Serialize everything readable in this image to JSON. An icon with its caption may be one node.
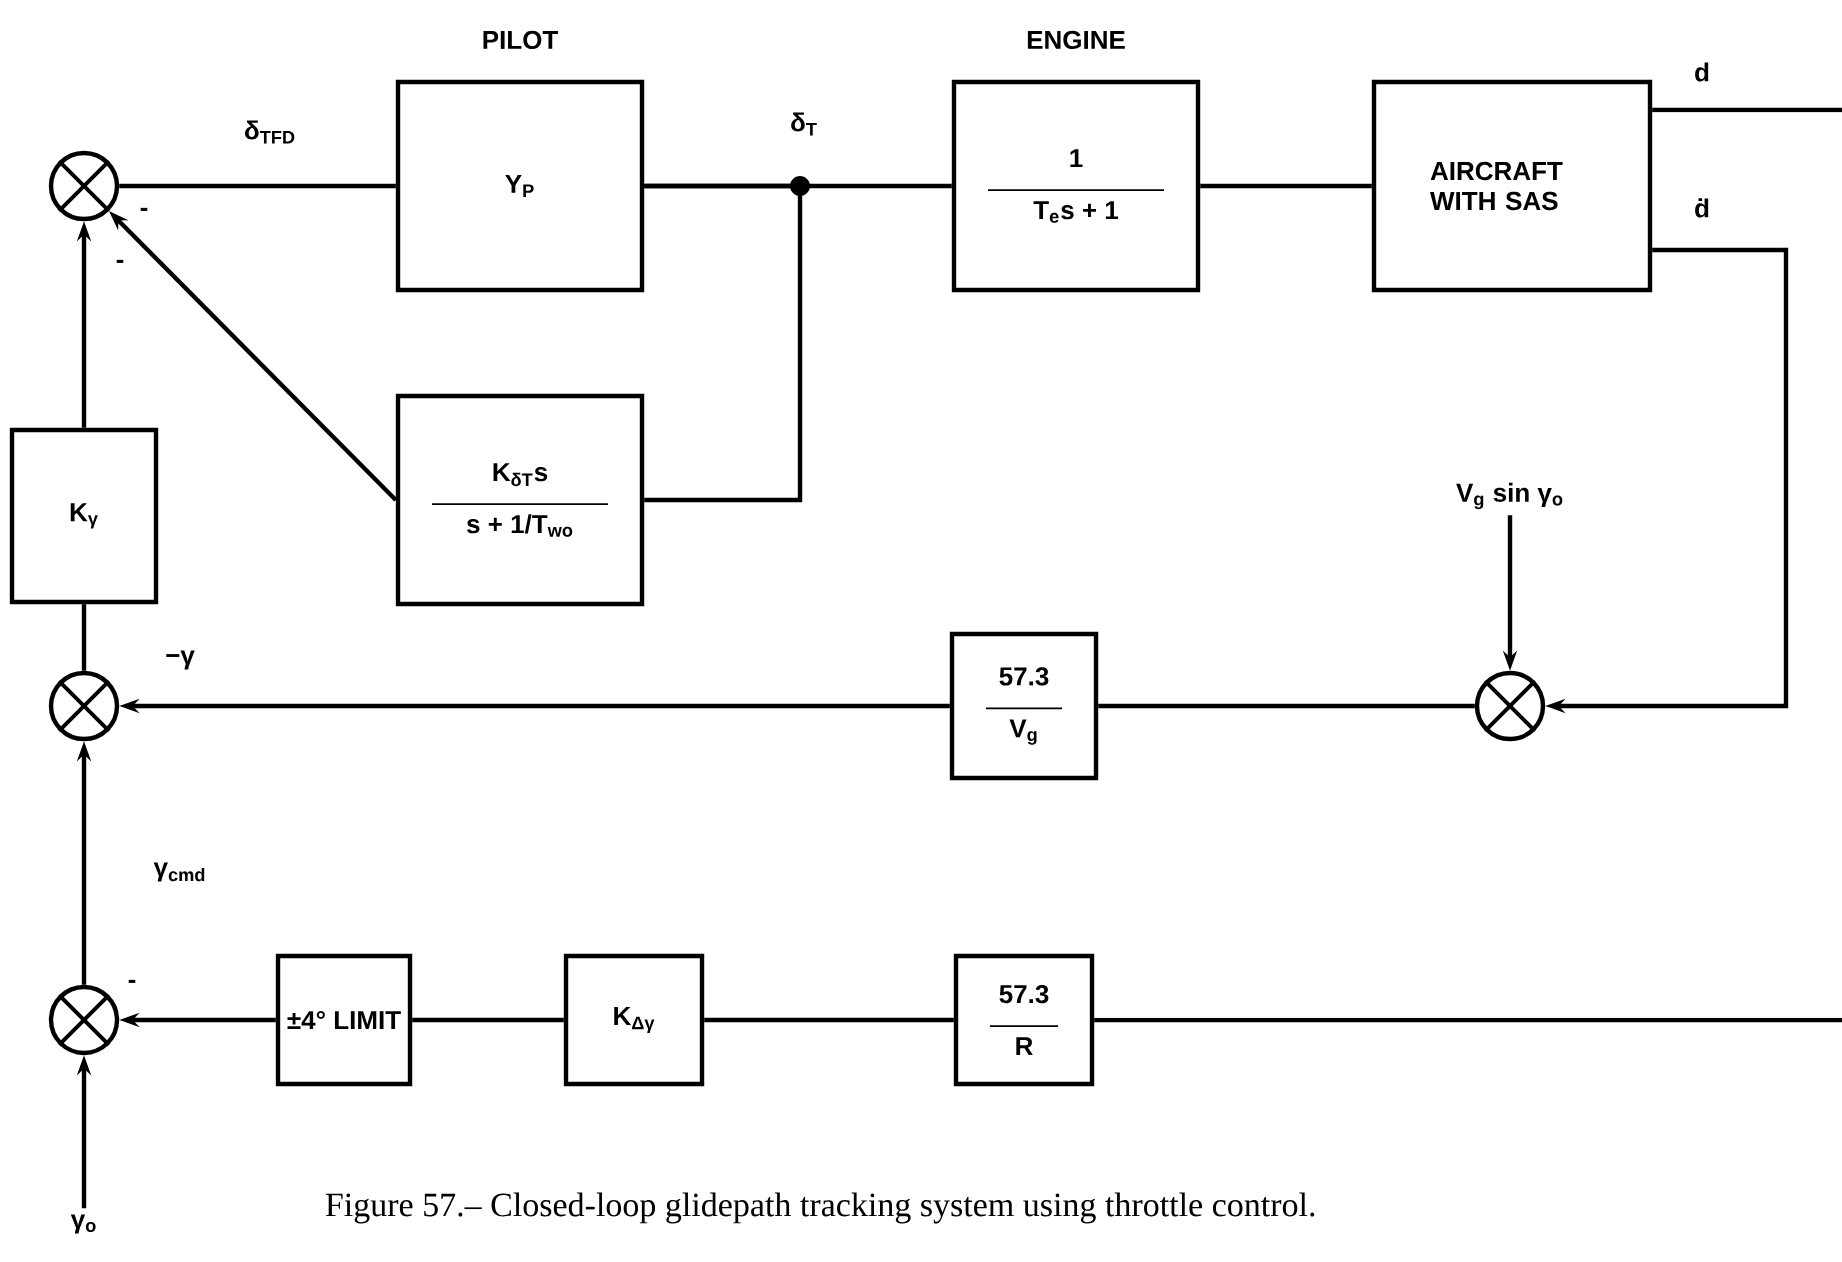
{
  "diagram": {
    "caption": "Figure 57.– Closed-loop glidepath tracking system using throttle control.",
    "nodes": [
      {
        "text": [],
        "shape": "circle"
      },
      {
        "text": [
          "PILOT",
          "Y$_{P}$"
        ]
      },
      {
        "text": [
          "K$_{δT}$s",
          "s + 1/T$_{wo}$"
        ]
      },
      {
        "text": [
          "ENGINE",
          "1",
          "T$_{e}$s + 1"
        ]
      },
      {
        "text": [
          "AIRCRAFT WITH SAS"
        ]
      },
      {
        "text": [],
        "shape": "circle"
      },
      {
        "text": [
          "V$_{g}$ sin γ$_{o}$"
        ]
      },
      {
        "text": [
          "57.3",
          "V$_{g}$"
        ]
      },
      {
        "text": [],
        "shape": "circle"
      },
      {
        "text": [
          "K$_{γ}$"
        ]
      },
      {
        "text": [],
        "shape": "circle"
      },
      {
        "text": [
          "±4° LIMIT"
        ]
      },
      {
        "text": [
          "K$_{Δγ}$"
        ]
      },
      {
        "text": [
          "57.3",
          "R"
        ]
      },
      {
        "text": [
          "γ$_{o}$"
        ]
      }
    ],
    "edges": [
      {
        "from": 0,
        "to": 1,
        "arrow": "none",
        "label": "δ$_{TFD}$"
      },
      {
        "from": 1,
        "to": 3,
        "arrow": "none",
        "label": "δ$_{T}$"
      },
      {
        "from": 1,
        "to": 2,
        "arrow": "none"
      },
      {
        "from": 2,
        "to": 0,
        "arrow": "to"
      },
      {
        "from": 3,
        "to": 4,
        "arrow": "none"
      },
      {
        "from": 4,
        "to": null,
        "arrow": "none",
        "label": "d"
      },
      {
        "from": 4,
        "to": 5,
        "arrow": "to",
        "label": "ḋ"
      },
      {
        "from": 6,
        "to": 5,
        "arrow": "to"
      },
      {
        "from": 5,
        "to": 7,
        "arrow": "none"
      },
      {
        "from": 7,
        "to": 8,
        "arrow": "to"
      },
      {
        "from": 8,
        "to": 9,
        "arrow": "none",
        "label": "−γ"
      },
      {
        "from": 9,
        "to": 0,
        "arrow": "to"
      },
      {
        "from": 10,
        "to": 8,
        "arrow": "to",
        "label": "γ$_{cmd}$"
      },
      {
        "from": 11,
        "to": 10,
        "arrow": "to"
      },
      {
        "from": 12,
        "to": 11,
        "arrow": "none"
      },
      {
        "from": 13,
        "to": 12,
        "arrow": "none"
      },
      {
        "from": null,
        "to": 13,
        "arrow": "none"
      },
      {
        "from": 14,
        "to": 10,
        "arrow": "to"
      }
    ],
    "labels": [
      "-",
      "-",
      "-"
    ]
  }
}
